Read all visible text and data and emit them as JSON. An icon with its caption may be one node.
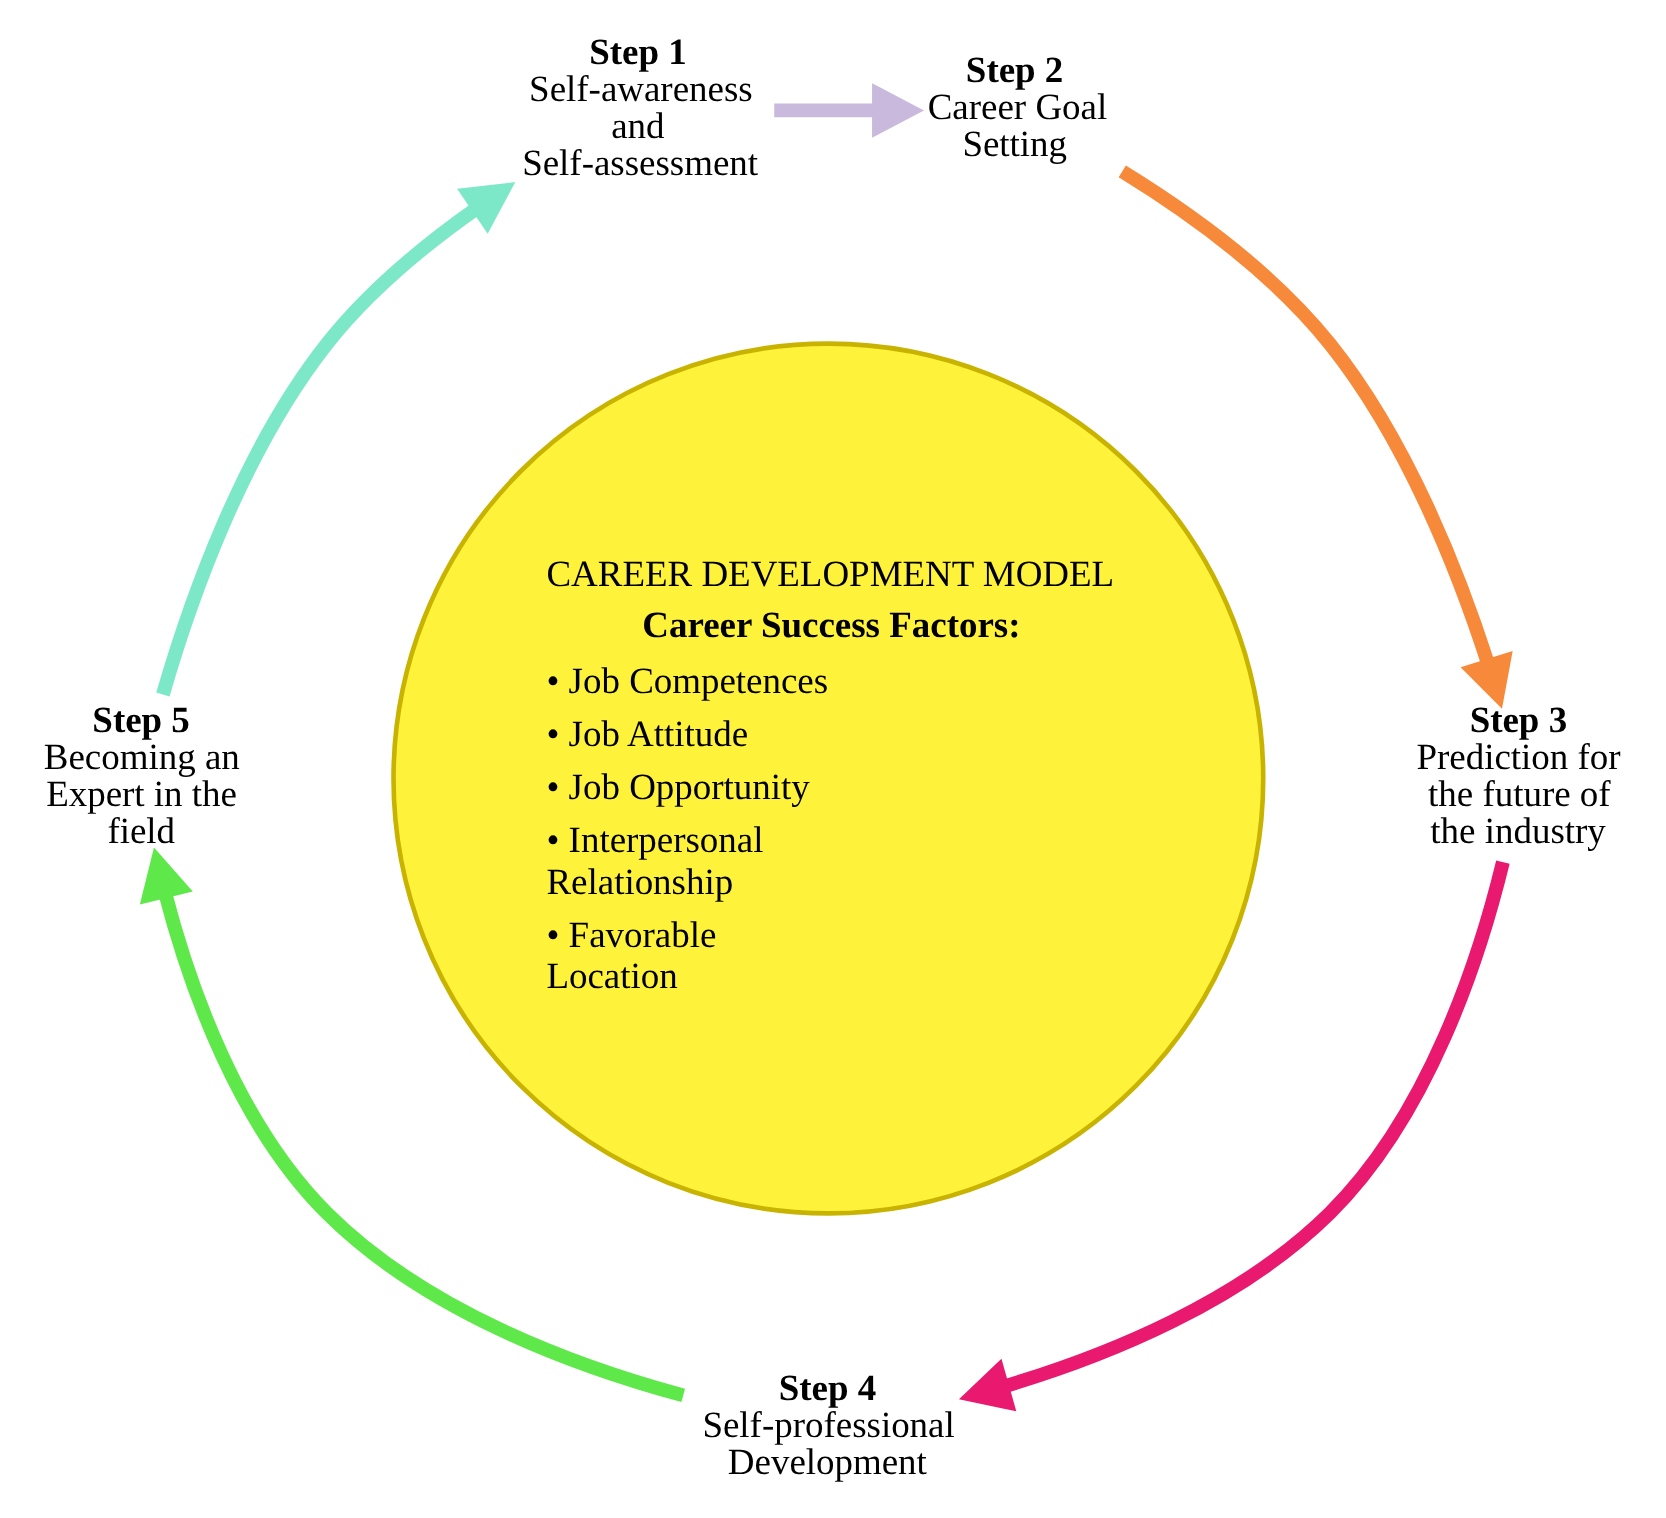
{
  "diagram": {
    "nodes": [
      {
        "text": [
          "Step 1",
          "Self-awareness and Self-assessment"
        ]
      },
      {
        "text": [
          "Step 2",
          "Career Goal Setting"
        ]
      },
      {
        "text": [
          "CAREER DEVELOPMENT MODEL",
          "Career Success Factors:",
          "• Job Competences",
          "• Job Attitude",
          "• Job Opportunity",
          "• Interpersonal Relationship",
          "• Favorable Location"
        ]
      },
      {
        "text": [
          "Step 5",
          "Becoming an Expert in the field"
        ]
      },
      {
        "text": [
          "Step 3",
          "Prediction for the future of the industry"
        ]
      },
      {
        "text": [
          "Step 4",
          "Self-professional Development"
        ]
      }
    ],
    "edges": [
      {
        "from": 0,
        "to": 1,
        "arrow": "to",
        "color": "#c9b9dc"
      },
      {
        "from": 1,
        "to": 4,
        "arrow": "to",
        "color": "#f7893a"
      },
      {
        "from": 4,
        "to": 5,
        "arrow": "to",
        "color": "#e8196e"
      },
      {
        "from": 5,
        "to": 3,
        "arrow": "to",
        "color": "#5ee84a"
      },
      {
        "from": 3,
        "to": 0,
        "arrow": "to",
        "color": "#7de8c8"
      }
    ]
  }
}
